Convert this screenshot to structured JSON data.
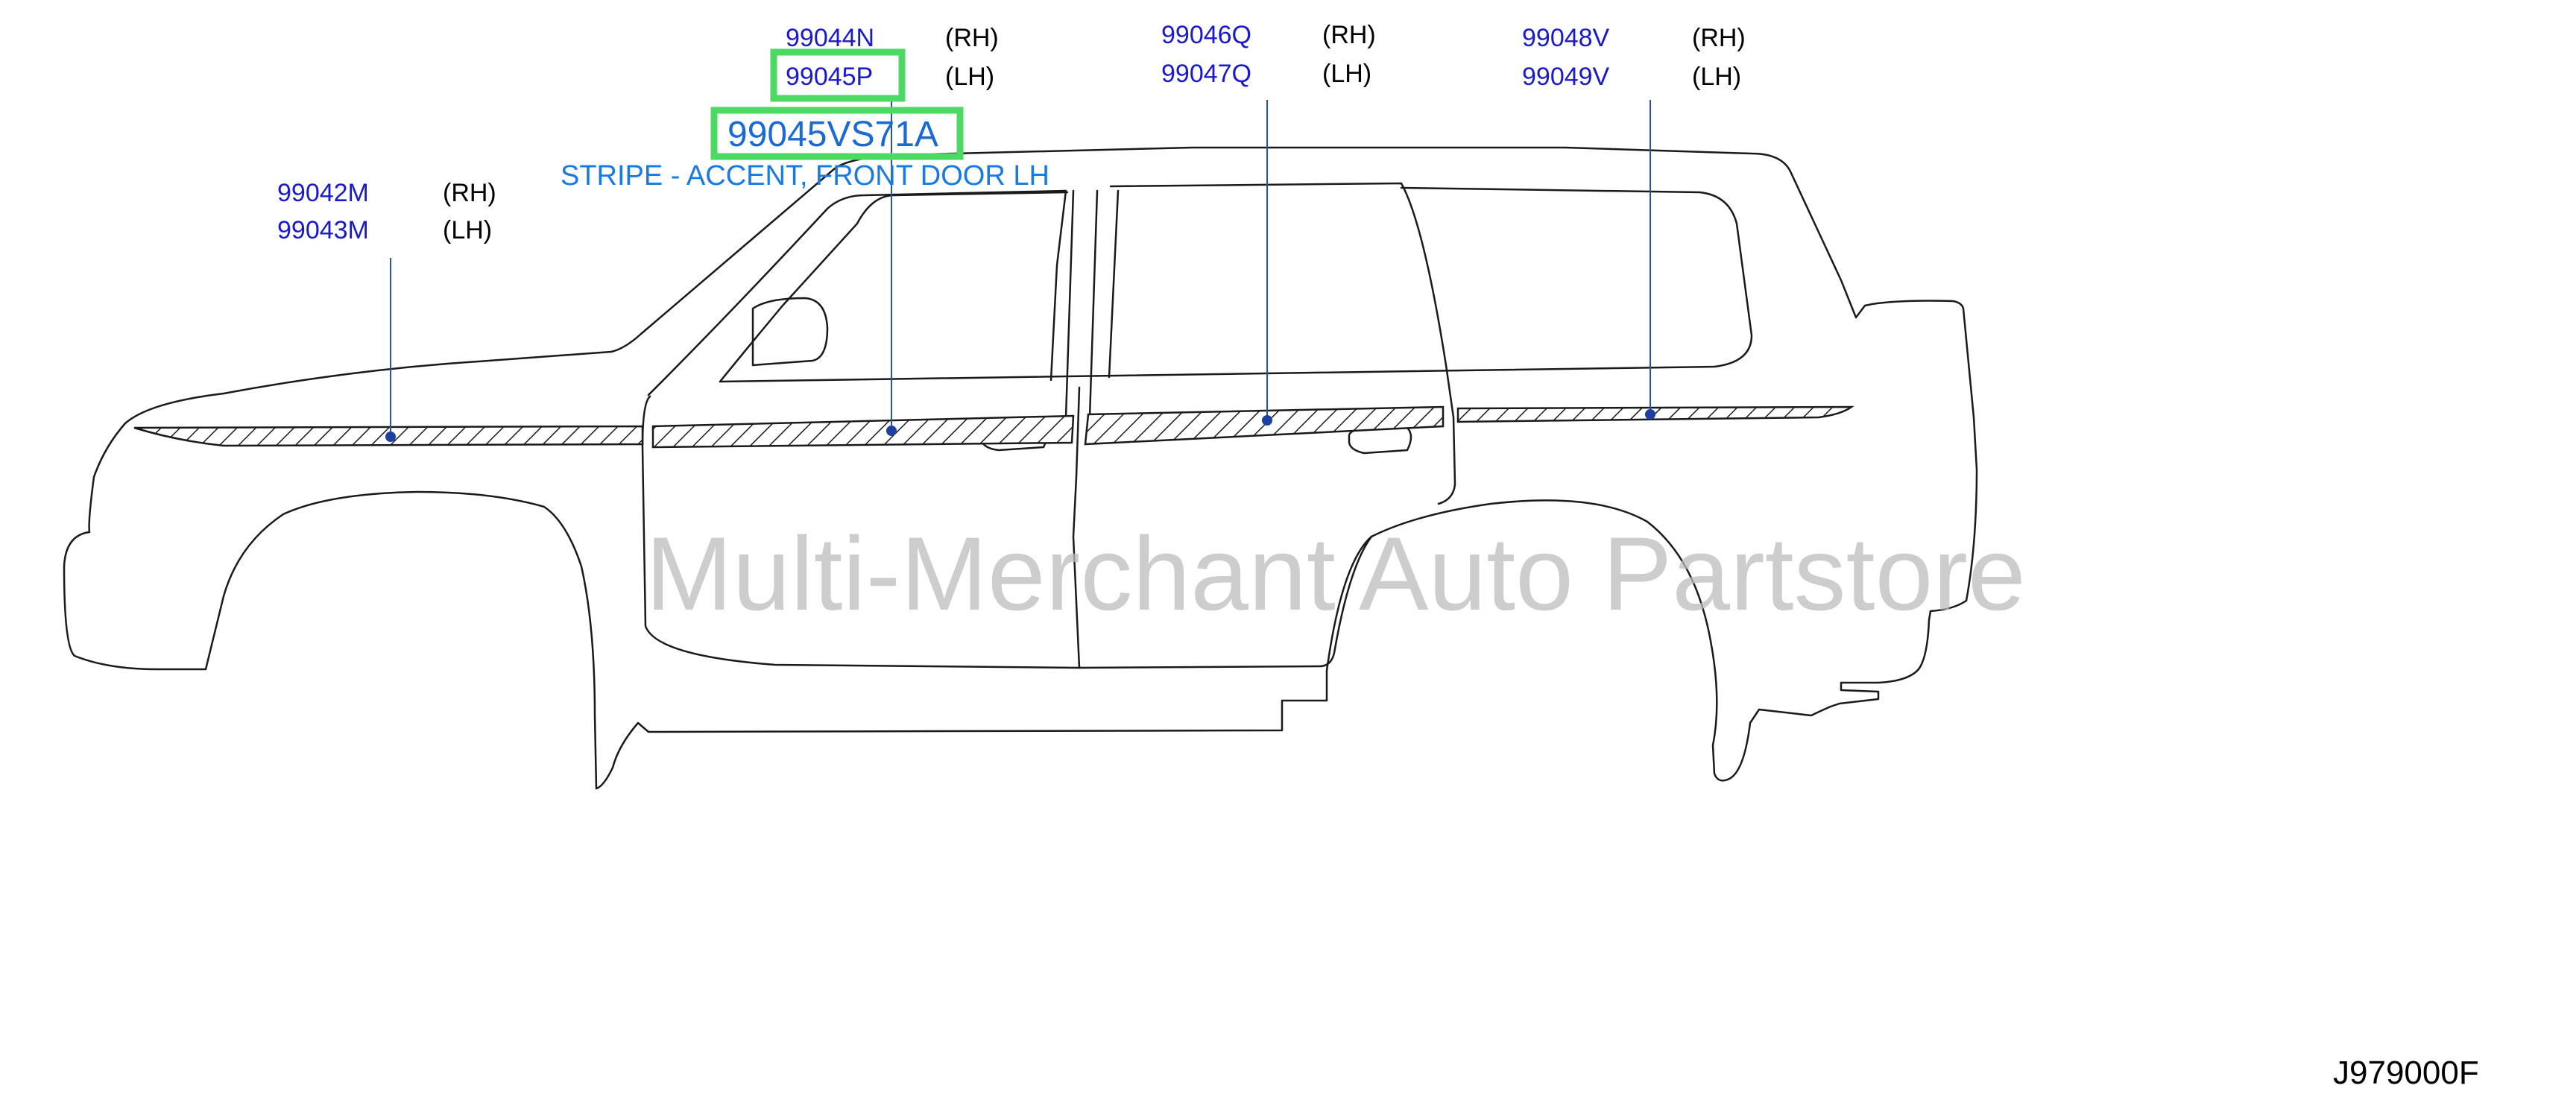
{
  "callouts": [
    {
      "rh": {
        "part": "99042M",
        "side": "(RH)"
      },
      "lh": {
        "part": "99043M",
        "side": "(LH)"
      }
    },
    {
      "rh": {
        "part": "99044N",
        "side": "(RH)"
      },
      "lh": {
        "part": "99045P",
        "side": "(LH)"
      }
    },
    {
      "rh": {
        "part": "99046Q",
        "side": "(RH)"
      },
      "lh": {
        "part": "99047Q",
        "side": "(LH)"
      }
    },
    {
      "rh": {
        "part": "99048V",
        "side": "(RH)"
      },
      "lh": {
        "part": "99049V",
        "side": "(LH)"
      }
    }
  ],
  "selected": {
    "part_number": "99045VS71A",
    "description": "STRIPE - ACCENT, FRONT DOOR LH"
  },
  "watermark": "Multi-Merchant Auto Partstore",
  "diagram_code": "J979000F",
  "colors": {
    "part_number": "#1a1acc",
    "highlight": "#4cd964",
    "callout_text": "#1a6ad6",
    "watermark": "#bdbdbd"
  }
}
